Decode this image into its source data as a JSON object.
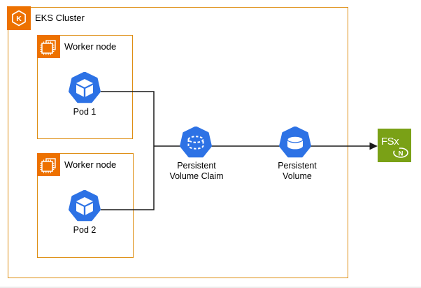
{
  "diagram": {
    "cluster": {
      "label": "EKS Cluster",
      "icon": "eks-kubernetes-icon"
    },
    "worker_nodes": [
      {
        "label": "Worker node",
        "icon": "instance-chip-icon",
        "pod": {
          "label": "Pod 1",
          "icon": "k8s-pod-icon"
        }
      },
      {
        "label": "Worker node",
        "icon": "instance-chip-icon",
        "pod": {
          "label": "Pod 2",
          "icon": "k8s-pod-icon"
        }
      }
    ],
    "pvc": {
      "label": [
        "Persistent",
        "Volume Claim"
      ],
      "icon": "k8s-persistent-volume-claim-icon"
    },
    "pv": {
      "label": [
        "Persistent",
        "Volume"
      ],
      "icon": "k8s-persistent-volume-icon"
    },
    "fsx": {
      "label": "FSx",
      "badge": "N",
      "icon": "fsx-netapp-ontap-icon"
    },
    "colors": {
      "aws_orange": "#ED7100",
      "border_orange": "#DE8E13",
      "k8s_blue": "#2D72E5",
      "fsx_green": "#7AA116",
      "connector": "#1A1A1A"
    }
  }
}
